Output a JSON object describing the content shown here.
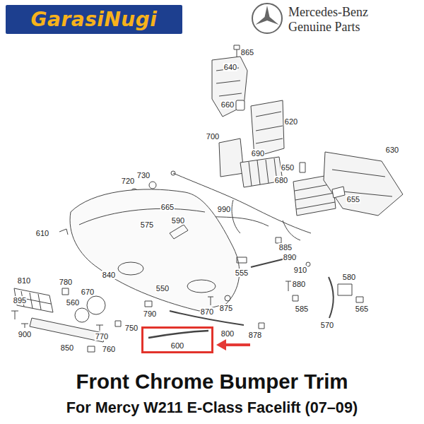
{
  "diagram": {
    "title": "Front Chrome Bumper Trim",
    "caption": "For Mercy W211 E-Class Facelift (07–09)",
    "nodes": [
      {
        "text": [
          "GarasiNugi"
        ]
      },
      {
        "text": [
          "600"
        ]
      }
    ],
    "labels": [
      "Mercedes-Benz",
      "Genuine Parts",
      "865",
      "640",
      "660",
      "620",
      "700",
      "690",
      "630",
      "650",
      "720",
      "730",
      "680",
      "655",
      "665",
      "990",
      "590",
      "575",
      "610",
      "885",
      "890",
      "910",
      "555",
      "840",
      "580",
      "810",
      "780",
      "880",
      "550",
      "670",
      "895",
      "560",
      "875",
      "585",
      "565",
      "870",
      "790",
      "570",
      "750",
      "900",
      "770",
      "800",
      "878",
      "850",
      "760"
    ]
  }
}
